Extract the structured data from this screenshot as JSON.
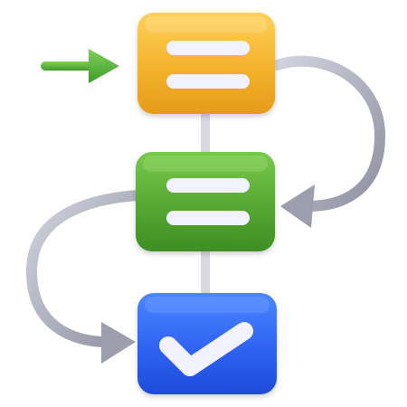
{
  "icon": {
    "name": "flowchart-process-icon",
    "steps": [
      {
        "name": "step-1-box",
        "color": "#F2B12A",
        "content": "two-lines-icon"
      },
      {
        "name": "step-2-box",
        "color": "#58A832",
        "content": "two-lines-icon"
      },
      {
        "name": "step-3-box",
        "color": "#2C63F2",
        "content": "check-icon"
      }
    ],
    "connectors": {
      "line": "#B8B9C6",
      "entry_arrow": "#58B13A"
    }
  }
}
